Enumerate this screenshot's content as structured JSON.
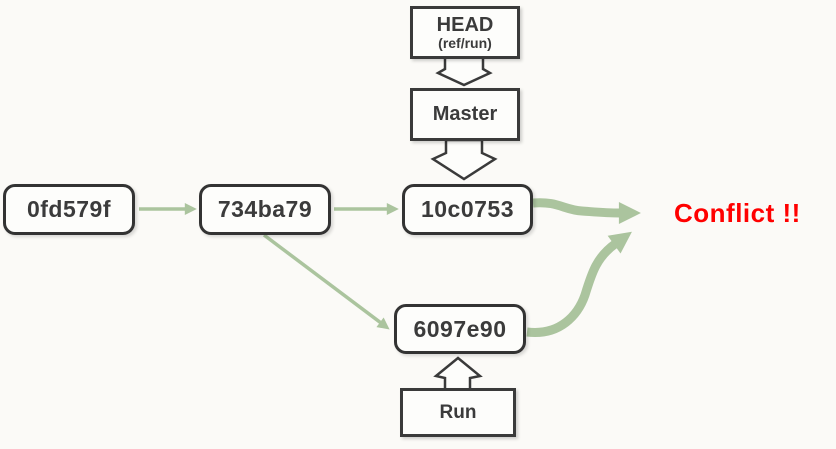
{
  "meta": {
    "description": "Git branch diagram showing HEAD/Master and Run branches pointing at diverged commits that produce a merge conflict",
    "background": "#FBFAF7"
  },
  "colors": {
    "arrow_green": "#ABC49E",
    "box_border": "#3A3A3A",
    "box_fill": "#FDFDFB",
    "text": "#3B3B3B",
    "conflict_red": "#FF0000"
  },
  "ref_boxes": {
    "head": {
      "title": "HEAD",
      "subtitle": "(ref/run)"
    },
    "master": {
      "label": "Master"
    },
    "run": {
      "label": "Run"
    }
  },
  "commits": [
    {
      "id": "0fd579f"
    },
    {
      "id": "734ba79"
    },
    {
      "id": "10c0753"
    },
    {
      "id": "6097e90"
    }
  ],
  "conflict": {
    "label": "Conflict !!"
  },
  "edges": [
    {
      "from": "0fd579f",
      "to": "734ba79",
      "style": "thin-green-arrow"
    },
    {
      "from": "734ba79",
      "to": "10c0753",
      "style": "thin-green-arrow"
    },
    {
      "from": "734ba79",
      "to": "6097e90",
      "style": "thin-green-arrow"
    },
    {
      "from": "HEAD",
      "to": "Master",
      "style": "hollow-block-arrow"
    },
    {
      "from": "Master",
      "to": "10c0753",
      "style": "hollow-block-arrow"
    },
    {
      "from": "Run",
      "to": "6097e90",
      "style": "hollow-block-arrow"
    },
    {
      "from": "10c0753",
      "to": "Conflict !!",
      "style": "thick-green-arrow"
    },
    {
      "from": "6097e90",
      "to": "Conflict !!",
      "style": "thick-green-arrow"
    }
  ]
}
